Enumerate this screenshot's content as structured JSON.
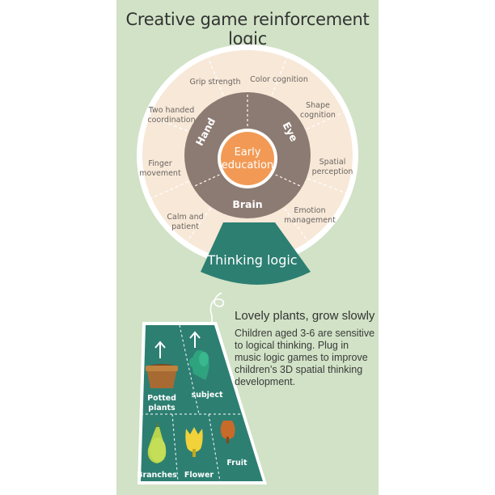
{
  "title": "Creative game reinforcement logic",
  "colors": {
    "panel_bg": "#d1e2c6",
    "outer_ring": "#f7e8d8",
    "inner_ring": "#8c7b72",
    "core": "#f29a55",
    "teal": "#2d7f72"
  },
  "outer_ring": [
    {
      "label": [
        "Grip strength"
      ]
    },
    {
      "label": [
        "Color cognition"
      ]
    },
    {
      "label": [
        "Shape",
        "cognition"
      ]
    },
    {
      "label": [
        "Spatial",
        "perception"
      ]
    },
    {
      "label": [
        "Emotion",
        "management"
      ]
    },
    {
      "label": [
        "Calm and",
        "patient"
      ]
    },
    {
      "label": [
        "Finger",
        "movement"
      ]
    },
    {
      "label": [
        "Two handed",
        "coordination"
      ]
    }
  ],
  "inner_ring": {
    "hand": "Hand",
    "eye": "Eye",
    "brain": "Brain"
  },
  "core": {
    "line1": "Early",
    "line2": "education"
  },
  "thinking_logic": "Thinking logic",
  "card": {
    "cells": [
      {
        "label": [
          "Potted",
          "plants"
        ],
        "icon": "flower-pot-icon"
      },
      {
        "label": [
          "subject"
        ],
        "icon": "cactus-icon"
      },
      {
        "label": [
          "Branches"
        ],
        "icon": "pear-icon"
      },
      {
        "label": [
          "Flower"
        ],
        "icon": "tulip-icon"
      },
      {
        "label": [
          "Fruit"
        ],
        "icon": "fruit-icon"
      }
    ]
  },
  "side_title": "Lovely plants, grow slowly",
  "side_body": "Children aged 3-6 are sensitive to logical thinking. Plug in music logic games to improve children’s 3D spatial thinking development."
}
